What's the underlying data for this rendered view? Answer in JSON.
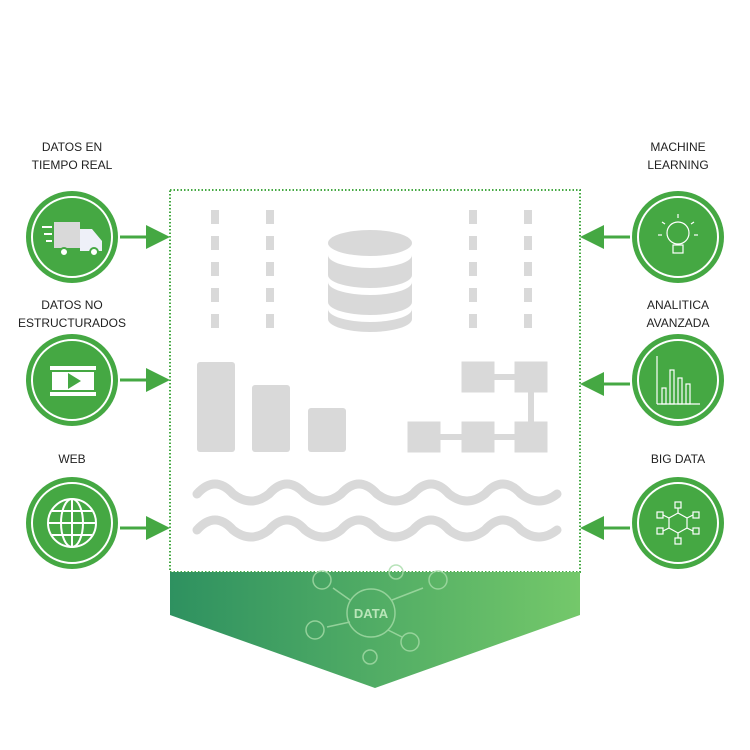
{
  "sources": [
    {
      "label_lines": [
        "DATOS EN",
        "TIEMPO REAL"
      ],
      "icon": "truck-icon"
    },
    {
      "label_lines": [
        "DATOS NO",
        "ESTRUCTURADOS"
      ],
      "icon": "video-icon"
    },
    {
      "label_lines": [
        "WEB"
      ],
      "icon": "globe-icon"
    }
  ],
  "outputs": [
    {
      "label_lines": [
        "MACHINE",
        "LEARNING"
      ],
      "icon": "lightbulb-icon"
    },
    {
      "label_lines": [
        "ANALITICA",
        "AVANZADA"
      ],
      "icon": "bar-chart-icon"
    },
    {
      "label_lines": [
        "BIG DATA"
      ],
      "icon": "network-cube-icon"
    }
  ],
  "funnel": {
    "badge": "DATA"
  },
  "colors": {
    "accent": "#45a843",
    "gray": "#d9d9d9",
    "gradient_start": "#2e9160",
    "gradient_end": "#74c86a"
  }
}
